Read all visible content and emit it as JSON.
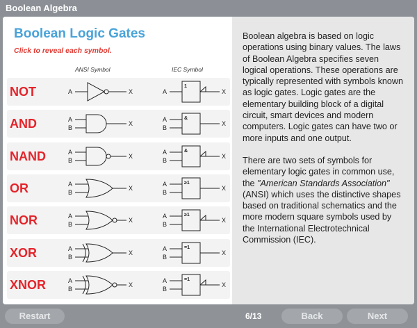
{
  "window": {
    "title": "Boolean Algebra"
  },
  "left": {
    "heading": "Boolean Logic Gates",
    "instruction": "Click to reveal each symbol.",
    "col_ansi": "ANSI Symbol",
    "col_iec": "IEC Symbol",
    "input_a": "A",
    "input_b": "B",
    "output_x": "X",
    "gates": [
      {
        "name": "NOT",
        "iec_label": "1"
      },
      {
        "name": "AND",
        "iec_label": "&"
      },
      {
        "name": "NAND",
        "iec_label": "&"
      },
      {
        "name": "OR",
        "iec_label": "≥1"
      },
      {
        "name": "NOR",
        "iec_label": "≥1"
      },
      {
        "name": "XOR",
        "iec_label": "=1"
      },
      {
        "name": "XNOR",
        "iec_label": "=1"
      }
    ]
  },
  "right": {
    "para1": "Boolean algebra is based on logic operations using binary values. The laws of Boolean Algebra specifies seven logical operations. These operations are typically represented with symbols known as logic gates. Logic gates are the elementary building block of a digital circuit, smart devices and modern computers. Logic gates can have two or more inputs and one output.",
    "para2_pre": "There are two sets of symbols for elementary logic gates in common use, the ",
    "para2_em": "\"American Standards Association\"",
    "para2_post": " (ANSI) which uses the distinctive shapes based on traditional schematics and the more modern square symbols used by the International Electrotechnical Commission (IEC)."
  },
  "footer": {
    "restart": "Restart",
    "page": "6/13",
    "back": "Back",
    "next": "Next"
  }
}
